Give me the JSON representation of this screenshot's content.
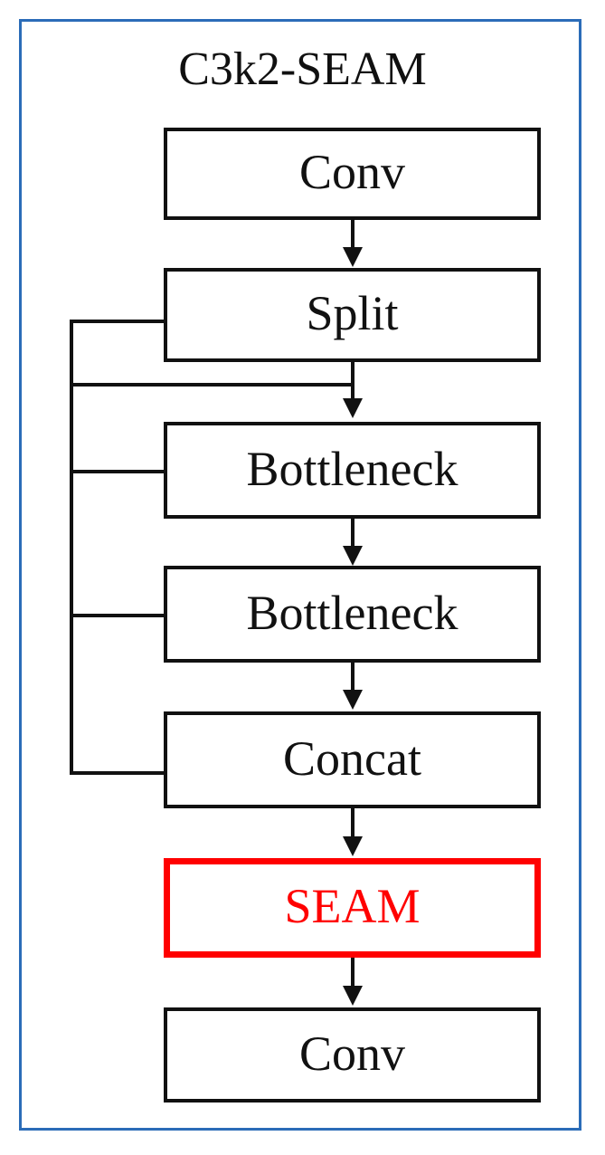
{
  "diagram": {
    "title": "C3k2-SEAM",
    "frame_color": "#2B6CB8",
    "node_border_color": "#111111",
    "highlight_color": "#FF0000",
    "background_color": "#FFFFFF",
    "nodes": [
      {
        "id": "conv-top",
        "label": "Conv",
        "highlight": false
      },
      {
        "id": "split",
        "label": "Split",
        "highlight": false
      },
      {
        "id": "bottleneck-1",
        "label": "Bottleneck",
        "highlight": false
      },
      {
        "id": "bottleneck-2",
        "label": "Bottleneck",
        "highlight": false
      },
      {
        "id": "concat",
        "label": "Concat",
        "highlight": false
      },
      {
        "id": "seam",
        "label": "SEAM",
        "highlight": true
      },
      {
        "id": "conv-bottom",
        "label": "Conv",
        "highlight": false
      }
    ],
    "edges": [
      {
        "from": "conv-top",
        "to": "split",
        "style": "arrow"
      },
      {
        "from": "split",
        "to": "bottleneck-1",
        "style": "arrow"
      },
      {
        "from": "bottleneck-1",
        "to": "bottleneck-2",
        "style": "arrow"
      },
      {
        "from": "bottleneck-2",
        "to": "concat",
        "style": "arrow"
      },
      {
        "from": "concat",
        "to": "seam",
        "style": "arrow"
      },
      {
        "from": "seam",
        "to": "conv-bottom",
        "style": "arrow"
      },
      {
        "from": "split",
        "to": "concat",
        "style": "skip-bus"
      },
      {
        "from": "split",
        "to": "concat",
        "style": "skip-bus"
      },
      {
        "from": "bottleneck-1",
        "to": "concat",
        "style": "skip-bus"
      },
      {
        "from": "bottleneck-2",
        "to": "concat",
        "style": "skip-bus"
      }
    ]
  }
}
